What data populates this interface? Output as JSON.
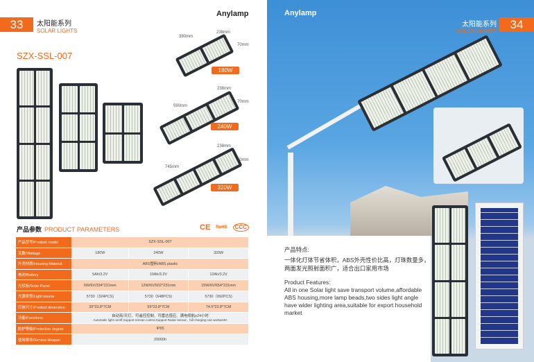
{
  "left_page": {
    "page_number": "33",
    "category_cn": "太阳能系列",
    "category_en": "SOLAR LIGHTS",
    "brand": "Anylamp",
    "model": "SZX-SSL-007",
    "variants": [
      {
        "wattage": "180W",
        "length": "390mm",
        "width": "238mm",
        "height": "70mm"
      },
      {
        "wattage": "240W",
        "length": "590mm",
        "width": "238mm",
        "height": "70mm"
      },
      {
        "wattage": "320W",
        "length": "745mm",
        "width": "238mm",
        "height": "70mm"
      }
    ],
    "params_title_cn": "产品参数",
    "params_title_en": "PRODUCT PARAMETERS",
    "certs": [
      "CE",
      "RoHS",
      "CCC"
    ],
    "table": [
      {
        "label": "产品型号/Product model",
        "values": [
          "SZX-SSL-007"
        ]
      },
      {
        "label": "瓦数/Wattage",
        "values": [
          "180W",
          "240W",
          "320W"
        ]
      },
      {
        "label": "外壳材质/Housing Material",
        "values": [
          "ABS塑料/ABS plastic"
        ]
      },
      {
        "label": "电池/Battery",
        "values": [
          "5Ah/3.2V",
          "10Ah/3.2V",
          "12Ah/3.2V"
        ]
      },
      {
        "label": "光伏板/Solar Panel",
        "values": [
          "6W/6V/334*231mm",
          "12W/6V/502*231mm",
          "15W/6V/654*231mm"
        ]
      },
      {
        "label": "光源类型/Light source",
        "values": [
          "5730（324PCS)",
          "5730（648PCS)",
          "5730（992PCS)"
        ]
      },
      {
        "label": "灯体尺寸/Product dimension",
        "values": [
          "39*23.8*7CM",
          "59*23.8*7CM",
          "74.5*23.8*7CM"
        ]
      },
      {
        "label": "功能/Functions",
        "values": [
          "自动亮/灭灯、可遥控控制、可雷达感应、满电续航≥24小时"
        ],
        "sub": "Automatic light on/off,Support remote control,Support Radar sensor，full charging can work≥24H"
      },
      {
        "label": "防护等级/Protection degree",
        "values": [
          "IP65"
        ]
      },
      {
        "label": "使用寿命/Service lifespan",
        "values": [
          "20000h"
        ]
      }
    ]
  },
  "right_page": {
    "page_number": "34",
    "category_cn": "太阳能系列",
    "category_en": "SOLAR LIGHTS",
    "brand": "Anylamp",
    "features_cn_title": "产品特点:",
    "features_cn": "一体化灯体节省体积，ABS外壳性价比高，灯珠数量多，两面发光照射面积广，适合出口家用市场",
    "features_en_title": "Product Features:",
    "features_en": "All in one Solar light save transport volume,affordable ABS housing,more lamp beads,two sides light angle have wider lighting area,suitable for export household market"
  },
  "colors": {
    "accent": "#f26a1b"
  }
}
